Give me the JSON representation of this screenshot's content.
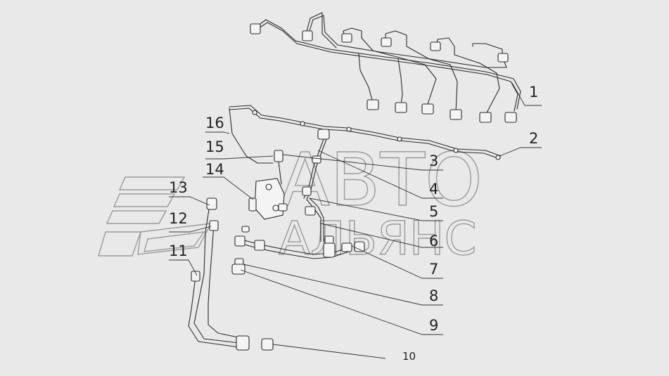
{
  "watermark": {
    "line1": "АВТО",
    "line2": "АЛЬЯНС",
    "logo": "avto-alyans-logo"
  },
  "callouts": [
    {
      "id": "1",
      "label": "1"
    },
    {
      "id": "2",
      "label": "2"
    },
    {
      "id": "3",
      "label": "3"
    },
    {
      "id": "4",
      "label": "4"
    },
    {
      "id": "5",
      "label": "5"
    },
    {
      "id": "6",
      "label": "6"
    },
    {
      "id": "7",
      "label": "7"
    },
    {
      "id": "8",
      "label": "8"
    },
    {
      "id": "9",
      "label": "9"
    },
    {
      "id": "10",
      "label": "10"
    },
    {
      "id": "11",
      "label": "11"
    },
    {
      "id": "12",
      "label": "12"
    },
    {
      "id": "13",
      "label": "13"
    },
    {
      "id": "14",
      "label": "14"
    },
    {
      "id": "15",
      "label": "15"
    },
    {
      "id": "16",
      "label": "16"
    }
  ],
  "colors": {
    "background": "#e9e9e9",
    "line": "#2b2b2b",
    "watermark": "#9a9a9a"
  }
}
